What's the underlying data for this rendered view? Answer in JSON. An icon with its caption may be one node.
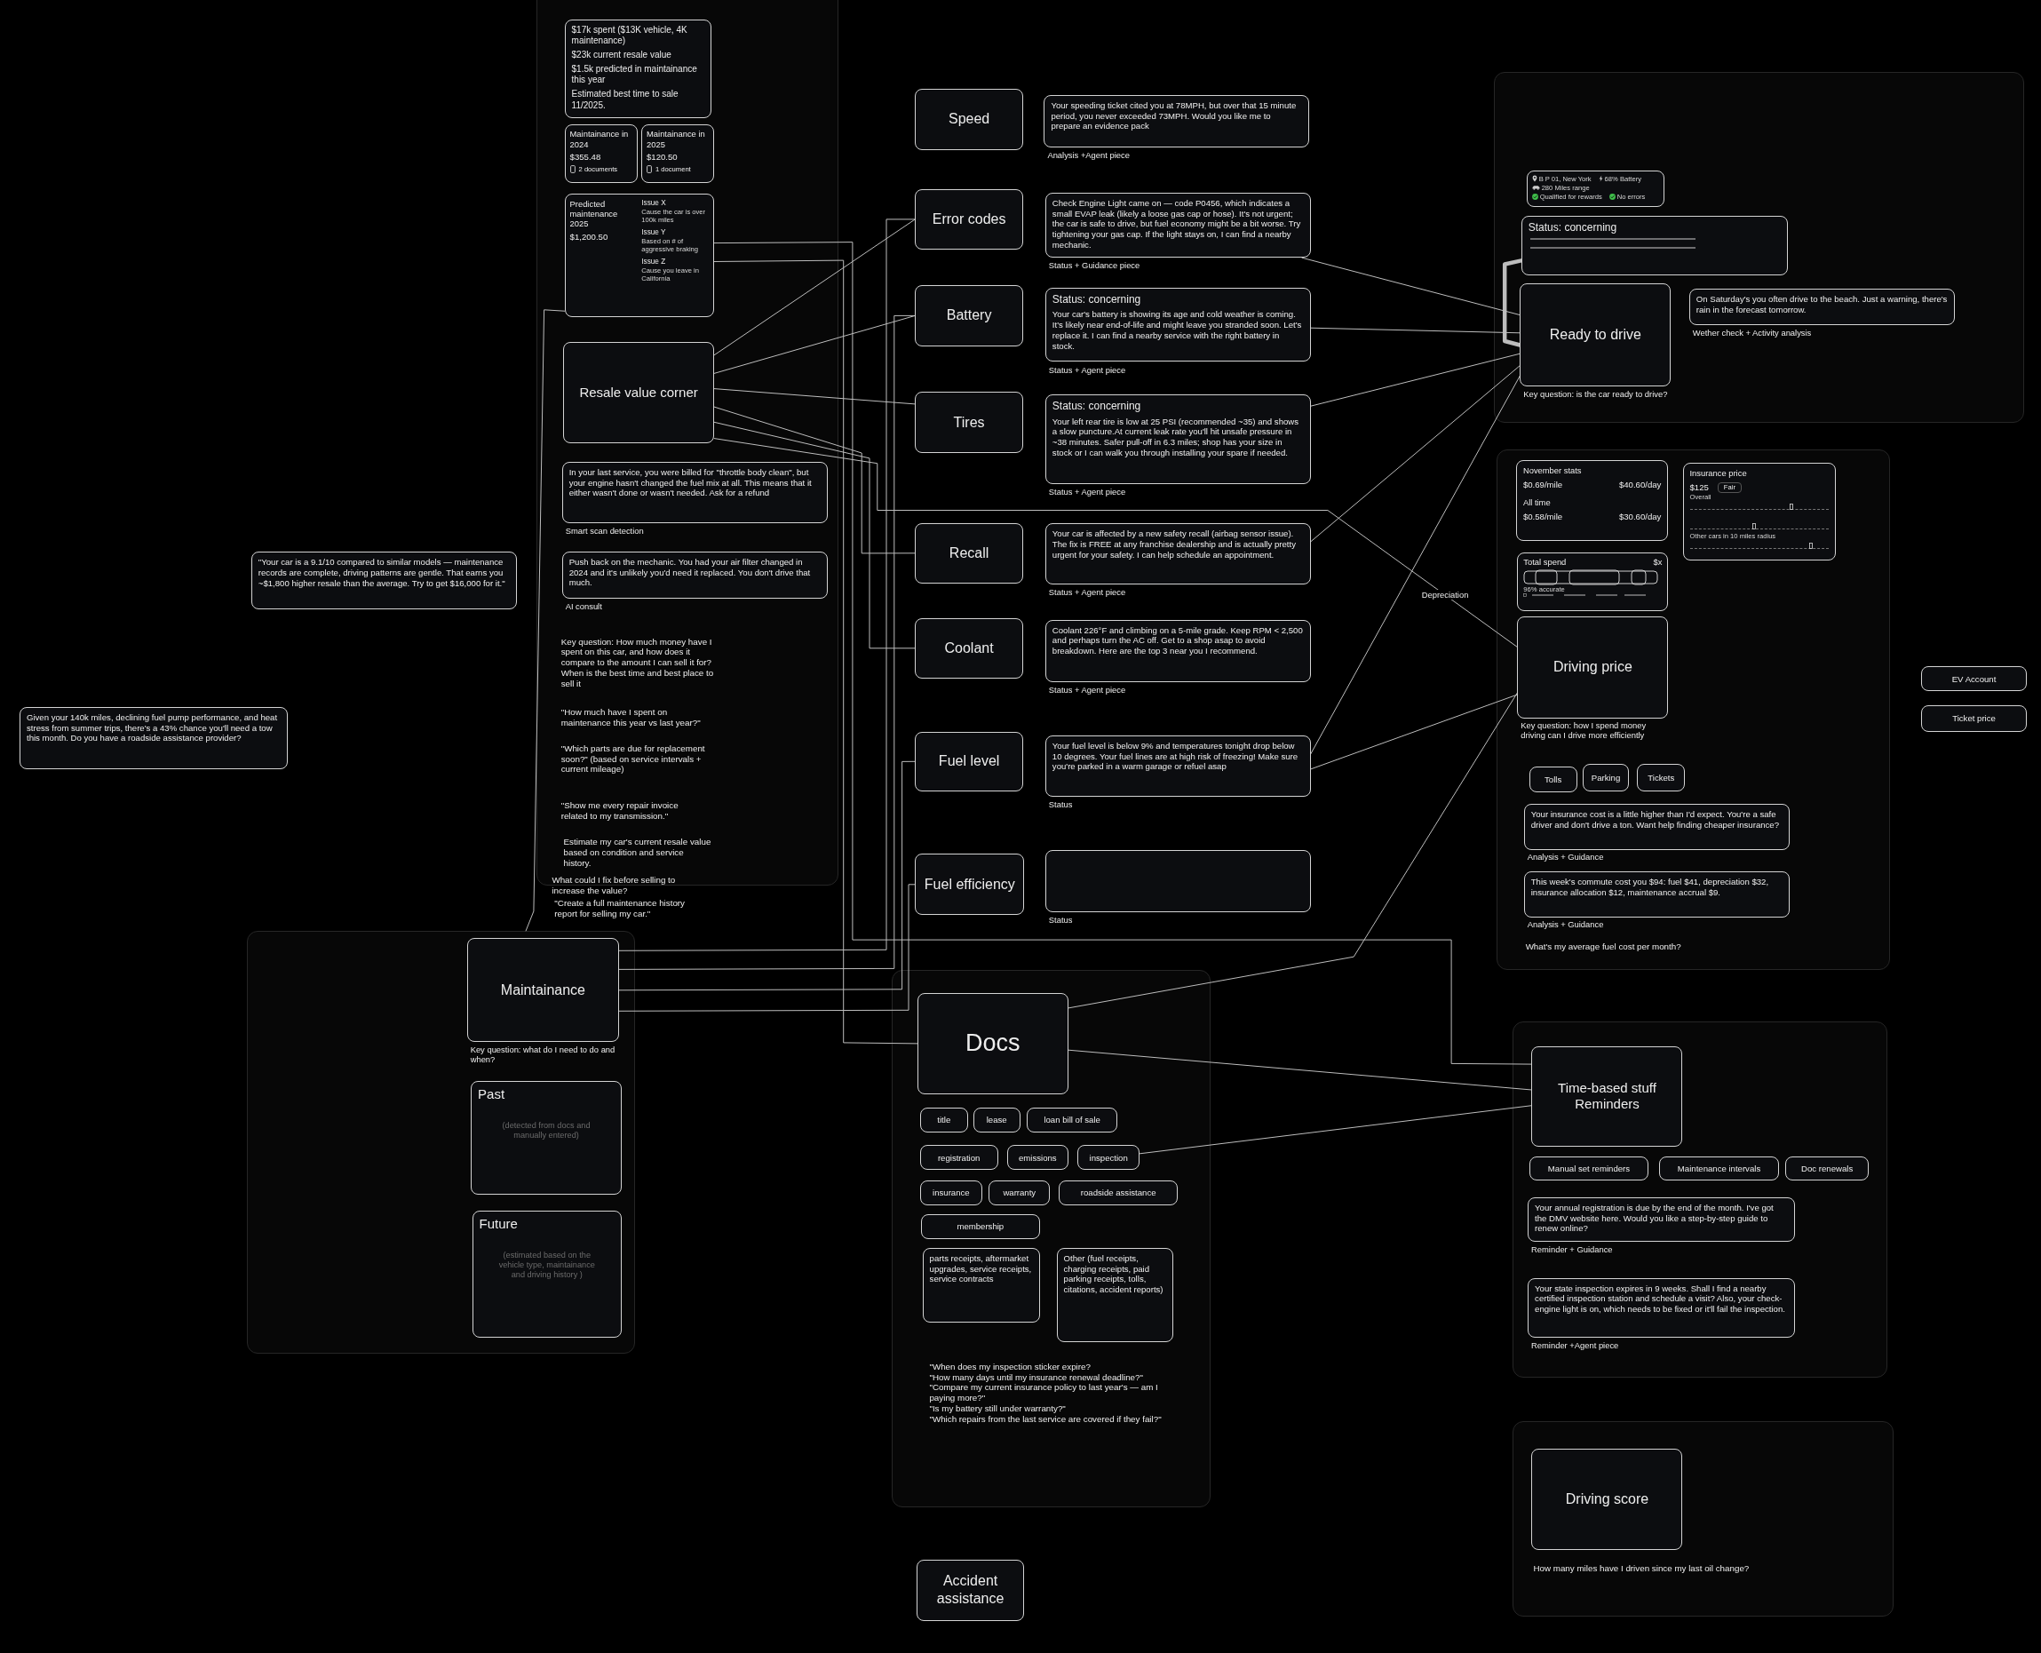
{
  "diagram": {
    "nodes": [
      {
        "text": [],
        "shape": "box"
      },
      {
        "text": [
          "$17k spent ($13K vehicle, 4K maintenance)",
          "$23k current resale value",
          "$1.5k predicted in maintainance this year",
          "Estimated best time to sale 11/2025."
        ],
        "in": 0
      },
      {
        "text": [
          "Maintainance in 2024",
          "$355.48",
          "2 documents"
        ],
        "in": 0
      },
      {
        "text": [
          "Maintainance in 2025",
          "$120.50",
          "1 document"
        ],
        "in": 0
      },
      {
        "text": [
          "Predicted maintenance 2025",
          "$1,200.50",
          "Issue X",
          "Cause the car is over 100k miles",
          "Issue Y",
          "Based on # of aggressive braking",
          "Issue Z",
          "Cause you leave in California"
        ],
        "in": 0
      },
      {
        "text": [
          "Resale value corner"
        ],
        "in": 0
      },
      {
        "text": [
          "In your last service, you were billed for \"throttle body clean\", but your engine hasn't changed the fuel mix at all. This means that it either wasn't done or wasn't needed. Ask for a refund"
        ],
        "in": 0,
        "beside": [
          "Smart scan detection"
        ]
      },
      {
        "text": [
          "Push back on the mechanic. You had your air filter changed in 2024 and it's unlikely you'd need it replaced. You don't drive that much."
        ],
        "in": 0,
        "beside": [
          "AI consult"
        ]
      },
      {
        "text": [],
        "shape": "box"
      },
      {
        "text": [
          "Maintainance"
        ],
        "in": 8,
        "beside": [
          "Key question: what do I need to do and when?"
        ]
      },
      {
        "text": [
          "Past",
          "(detected from docs and manually entered)"
        ],
        "in": 8
      },
      {
        "text": [
          "Future",
          "(estimated based on the vehicle type, maintainance and driving history )"
        ],
        "in": 8
      },
      {
        "text": [
          "\"Your car is a 9.1/10 compared to similar models — maintenance records are complete, driving patterns are gentle. That earns you ~$1,800 higher resale than the average. Try to get $16,000 for it.\""
        ]
      },
      {
        "text": [
          "Given your 140k miles, declining fuel pump performance, and heat stress from summer trips, there's a 43% chance you'll need a tow this month. Do you have a roadside assistance provider?"
        ]
      },
      {
        "text": [
          "Speed"
        ]
      },
      {
        "text": [
          "Your speeding ticket cited you at 78MPH, but over that 15 minute period, you never exceeded 73MPH. Would you like me to prepare an evidence pack"
        ],
        "beside": [
          "Analysis +Agent piece"
        ]
      },
      {
        "text": [
          "Error codes"
        ]
      },
      {
        "text": [
          "Check Engine Light came on — code P0456, which indicates a small EVAP leak (likely a loose gas cap or hose). It's not urgent; the car is safe to drive, but fuel economy might be a bit worse. Try tightening your gas cap. If the light stays on, I can find a nearby mechanic."
        ],
        "beside": [
          "Status + Guidance piece"
        ]
      },
      {
        "text": [
          "Battery"
        ]
      },
      {
        "text": [
          "Status: concerning",
          "Your car's battery is showing its age and cold weather is coming. It's likely near end-of-life and might leave you stranded soon. Let's replace it. I can find a nearby service with the right battery in stock."
        ],
        "beside": [
          "Status + Agent piece"
        ]
      },
      {
        "text": [
          "Tires"
        ]
      },
      {
        "text": [
          "Status: concerning",
          "Your left rear tire is low at 25 PSI (recommended ~35) and shows a slow puncture.At current leak rate you'll hit unsafe pressure in ~38 minutes. Safer pull-off in 6.3 miles; shop has your size in stock or I can walk you through installing your spare if needed."
        ],
        "beside": [
          "Status + Agent piece"
        ]
      },
      {
        "text": [
          "Recall"
        ]
      },
      {
        "text": [
          "Your car is affected by a new safety recall (airbag sensor issue). The fix is FREE at any franchise dealership and is actually pretty urgent for your safety. I can help schedule an appointment."
        ],
        "beside": [
          "Status + Agent piece"
        ]
      },
      {
        "text": [
          "Coolant"
        ]
      },
      {
        "text": [
          "Coolant 226°F and climbing on a 5-mile grade. Keep RPM < 2,500 and perhaps turn the AC off. Get to a shop asap to avoid breakdown. Here are the top 3 near you I recommend."
        ],
        "beside": [
          "Status + Agent piece"
        ]
      },
      {
        "text": [
          "Fuel level"
        ]
      },
      {
        "text": [
          "Your fuel level is below 9% and temperatures tonight drop below 10 degrees. Your fuel lines are at high risk of freezing! Make sure you're parked in a warm garage or refuel asap"
        ],
        "beside": [
          "Status"
        ]
      },
      {
        "text": [
          "Fuel efficiency"
        ]
      },
      {
        "text": [],
        "shape": "box",
        "beside": [
          "Status"
        ]
      },
      {
        "text": [],
        "shape": "box"
      },
      {
        "text": [
          "Docs"
        ],
        "in": 30
      },
      {
        "text": [
          "title"
        ],
        "in": 30
      },
      {
        "text": [
          "lease"
        ],
        "in": 30
      },
      {
        "text": [
          "loan bill of sale"
        ],
        "in": 30
      },
      {
        "text": [
          "registration"
        ],
        "in": 30
      },
      {
        "text": [
          "emissions"
        ],
        "in": 30
      },
      {
        "text": [
          "inspection"
        ],
        "in": 30
      },
      {
        "text": [
          "insurance"
        ],
        "in": 30
      },
      {
        "text": [
          "warranty"
        ],
        "in": 30
      },
      {
        "text": [
          "roadside assistance"
        ],
        "in": 30
      },
      {
        "text": [
          "membership"
        ],
        "in": 30
      },
      {
        "text": [
          "parts receipts, aftermarket upgrades, service receipts, service contracts"
        ],
        "in": 30
      },
      {
        "text": [
          "Other (fuel receipts, charging receipts, paid parking receipts, tolls, citations, accident reports)"
        ],
        "in": 30
      },
      {
        "text": [
          "Accident assistance"
        ]
      },
      {
        "text": [],
        "shape": "box"
      },
      {
        "text": [
          "B P 01, New York",
          "68% Battery",
          "280 Miles range",
          "Qualified for rewards",
          "No errors"
        ],
        "in": 45
      },
      {
        "text": [
          "Status: concerning"
        ],
        "in": 45
      },
      {
        "text": [
          "Ready to drive"
        ],
        "in": 45,
        "beside": [
          "Key question: is the car ready to drive?"
        ]
      },
      {
        "text": [
          "On Saturday's you often drive to the beach. Just a warning, there's rain in the forecast tomorrow."
        ],
        "in": 45,
        "beside": [
          "Wether check + Activity analysis"
        ]
      },
      {
        "text": [],
        "shape": "box"
      },
      {
        "text": [
          "November stats",
          "$0.69/mile",
          "$40.60/day",
          "All time",
          "$0.58/mile",
          "$30.60/day"
        ],
        "in": 50
      },
      {
        "text": [
          "Insurance price",
          "$125",
          "Fair",
          "Overall",
          "Other cars in 10 miles radius"
        ],
        "in": 50
      },
      {
        "text": [
          "Total spend",
          "$x",
          "96% accurate"
        ],
        "in": 50
      },
      {
        "text": [
          "Driving price"
        ],
        "in": 50,
        "beside": [
          "Key question: how I spend money driving can I drive more efficiently"
        ]
      },
      {
        "text": [
          "Tolls"
        ],
        "in": 50
      },
      {
        "text": [
          "Parking"
        ],
        "in": 50
      },
      {
        "text": [
          "Tickets"
        ],
        "in": 50
      },
      {
        "text": [
          "Your insurance cost is a little higher than I'd expect. You're a safe driver and don't drive a ton. Want help finding cheaper insurance?"
        ],
        "in": 50,
        "beside": [
          "Analysis + Guidance"
        ]
      },
      {
        "text": [
          "This week's commute cost you $94: fuel $41, depreciation $32, insurance allocation $12, maintenance accrual $9."
        ],
        "in": 50,
        "beside": [
          "Analysis + Guidance"
        ]
      },
      {
        "text": [
          "EV Account"
        ]
      },
      {
        "text": [
          "Ticket price"
        ]
      },
      {
        "text": [],
        "shape": "box"
      },
      {
        "text": [
          "Time-based stuff Reminders"
        ],
        "in": 62
      },
      {
        "text": [
          "Manual set reminders"
        ],
        "in": 62
      },
      {
        "text": [
          "Maintenance intervals"
        ],
        "in": 62
      },
      {
        "text": [
          "Doc renewals"
        ],
        "in": 62
      },
      {
        "text": [
          "Your annual registration is due by the end of the month. I've got the DMV website here. Would you like a step-by-step guide to renew online?"
        ],
        "in": 62,
        "beside": [
          "Reminder + Guidance"
        ]
      },
      {
        "text": [
          "Your state inspection expires in 9 weeks. Shall I find a nearby certified inspection station and schedule a visit? Also, your check-engine light is on, which needs to be fixed or it'll fail the inspection."
        ],
        "in": 62,
        "beside": [
          "Reminder +Agent piece"
        ]
      },
      {
        "text": [],
        "shape": "box"
      },
      {
        "text": [
          "Driving score"
        ],
        "in": 69
      }
    ],
    "edges": [
      {
        "from": 5,
        "to": 16,
        "arrow": "none"
      },
      {
        "from": 5,
        "to": 18,
        "arrow": "none"
      },
      {
        "from": 5,
        "to": 20,
        "arrow": "none"
      },
      {
        "from": 5,
        "to": 22,
        "arrow": "none"
      },
      {
        "from": 5,
        "to": 24,
        "arrow": "none"
      },
      {
        "from": 5,
        "to": 54,
        "arrow": "none",
        "label": "Depreciation"
      },
      {
        "from": 4,
        "to": 63,
        "arrow": "none"
      },
      {
        "from": 4,
        "to": 31,
        "arrow": "none"
      },
      {
        "from": 4,
        "to": 8,
        "arrow": "none"
      },
      {
        "from": 9,
        "to": 16,
        "arrow": "none"
      },
      {
        "from": 9,
        "to": 18,
        "arrow": "none"
      },
      {
        "from": 9,
        "to": 26,
        "arrow": "none"
      },
      {
        "from": 9,
        "to": 28,
        "arrow": "none"
      },
      {
        "from": 17,
        "to": 48,
        "arrow": "none"
      },
      {
        "from": 19,
        "to": 48,
        "arrow": "none"
      },
      {
        "from": 21,
        "to": 48,
        "arrow": "none"
      },
      {
        "from": 23,
        "to": 48,
        "arrow": "none"
      },
      {
        "from": 27,
        "to": 48,
        "arrow": "none"
      },
      {
        "from": 47,
        "to": 48,
        "arrow": "none",
        "style": "thick"
      },
      {
        "from": 27,
        "to": 54,
        "arrow": "none"
      },
      {
        "from": 31,
        "to": 54,
        "arrow": "none"
      },
      {
        "from": 31,
        "to": 63,
        "arrow": "none"
      },
      {
        "from": 37,
        "to": 63,
        "arrow": "none"
      }
    ],
    "labels": [
      "Key question: How much money have I spent on this car, and how does it compare to the amount I can sell it for? When is the best time and best place to sell it",
      "\"How much have I spent on maintenance this year vs last year?\"",
      "\"Which parts are due for replacement soon?\" (based on service intervals + current mileage)",
      "\"Show me every repair invoice related to my transmission.\"",
      "Estimate my car's current resale value based on condition and service history.",
      "What could I fix before selling to increase the value?",
      "\"Create a full maintenance history report for selling my car.\"",
      "\"When does my inspection sticker expire?",
      "\"How many days until my insurance renewal deadline?\"",
      "\"Compare my current insurance policy to last year's — am I paying more?\"",
      "\"Is my battery still under warranty?\"",
      "\"Which repairs from the last service are covered if they fail?\"",
      "What's my average fuel cost per month?",
      "How many miles have I driven since my last oil change?"
    ]
  }
}
